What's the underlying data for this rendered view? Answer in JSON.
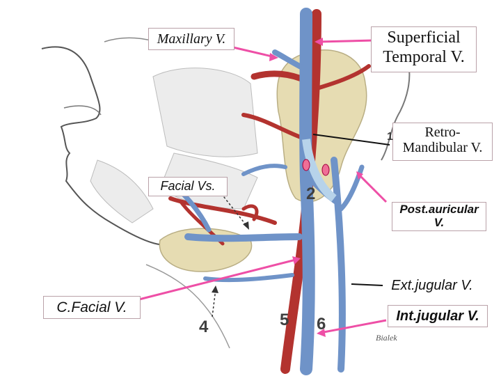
{
  "labels": {
    "maxillary": "Maxillary V.",
    "superficial_temporal_1": "Superficial",
    "superficial_temporal_2": "Temporal V.",
    "retromandibular_1": "Retro-",
    "retromandibular_2": "Mandibular V.",
    "facial_vs": "Facial Vs.",
    "post_auricular_1": "Post.auricular",
    "post_auricular_2": "V.",
    "ext_jugular": "Ext.jugular V.",
    "c_facial": "C.Facial V.",
    "int_jugular": "Int.jugular V."
  },
  "numbers": {
    "n1": "1",
    "n2": "2",
    "n4": "4",
    "n5": "5",
    "n6": "6"
  },
  "signature": "Bialek",
  "colors": {
    "arrow": "#ee4fa6",
    "vein": "#6f93c8",
    "vein_dark": "#2d4f8a",
    "artery": "#b3332f",
    "gland": "#e6dcb2",
    "skin_line": "#555555",
    "box_border": "#b9a1a8"
  }
}
